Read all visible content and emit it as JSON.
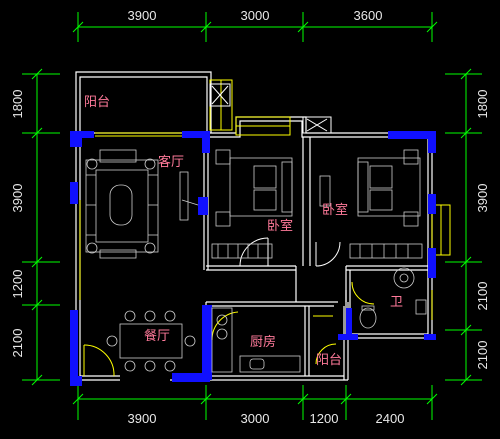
{
  "top_dimensions": [
    "3900",
    "3000",
    "3600"
  ],
  "bottom_dimensions": [
    "3900",
    "3000",
    "1200",
    "2400"
  ],
  "left_dimensions": [
    "1800",
    "3900",
    "1200",
    "2100"
  ],
  "right_dimensions": [
    "1800",
    "3900",
    "2100",
    "2100"
  ],
  "rooms": {
    "balcony_north": "阳台",
    "living_room": "客厅",
    "bedroom_a": "卧室",
    "bedroom_b": "卧室",
    "dining_room": "餐厅",
    "kitchen": "厨房",
    "balcony_small": "阳台",
    "bathroom": "卫"
  },
  "colors": {
    "background": "#000000",
    "wall": "#ffffff",
    "column": "#1010ff",
    "dimension_line": "#00ff00",
    "dimension_text": "#e8e8e8",
    "room_label": "#ff7a9a",
    "window": "#ffff00",
    "furniture": "#cccccc"
  }
}
